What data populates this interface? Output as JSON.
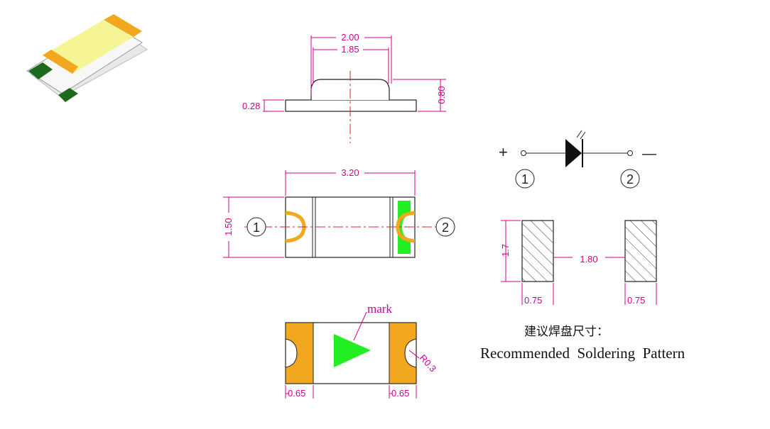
{
  "colors": {
    "dimension": "#d00090",
    "centerline": "#e02020",
    "pad_orange": "#f2a81e",
    "lens_yellow": "#f6f596",
    "green": "#22ee22",
    "dark_green": "#1e6b1e",
    "outline": "#222222"
  },
  "side_view": {
    "dim_total_width": "2.00",
    "dim_lens_width": "1.85",
    "dim_base_height": "0.28",
    "dim_total_height": "0.80"
  },
  "top_view": {
    "dim_length": "3.20",
    "dim_width": "1.50",
    "pin1": "1",
    "pin2": "2"
  },
  "bottom_view": {
    "mark_label": "mark",
    "radius_label": "R0.3",
    "dim_left_pad": "0.65",
    "dim_right_pad": "0.65"
  },
  "symbol": {
    "plus": "+",
    "minus": "—",
    "pin1": "1",
    "pin2": "2",
    "icon": "led-diode-symbol-icon"
  },
  "solder_pattern": {
    "dim_height": "1.7",
    "dim_gap": "1.80",
    "dim_left_width": "0.75",
    "dim_right_width": "0.75",
    "title_cn": "建议焊盘尺寸：",
    "title_en": "Recommended  Soldering  Pattern"
  }
}
